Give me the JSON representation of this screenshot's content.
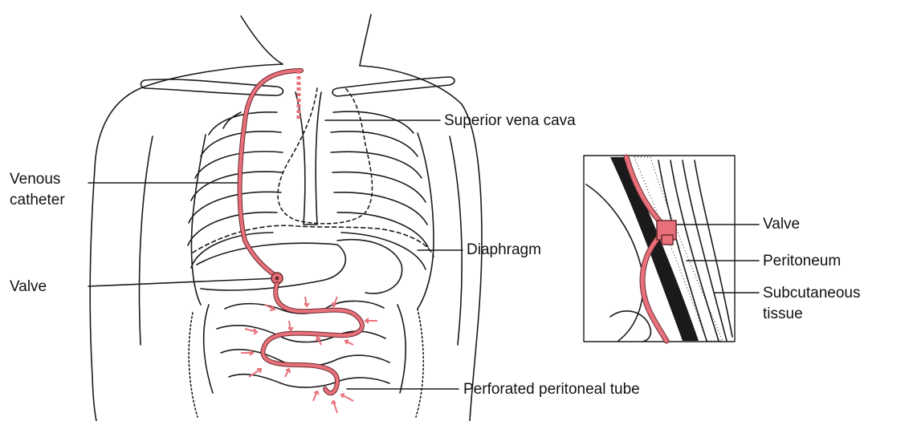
{
  "labels": {
    "superior_vena_cava": "Superior vena cava",
    "venous_catheter_line1": "Venous",
    "venous_catheter_line2": "catheter",
    "diaphragm": "Diaphragm",
    "valve_left": "Valve",
    "perforated_tube": "Perforated peritoneal tube",
    "valve_inset": "Valve",
    "peritoneum": "Peritoneum",
    "subcutaneous_line1": "Subcutaneous",
    "subcutaneous_line2": "tissue"
  },
  "colors": {
    "tube": "#e8707a",
    "tube_outline": "#6a2a30",
    "line": "#1a1a1a",
    "arrow": "#e8707a"
  }
}
